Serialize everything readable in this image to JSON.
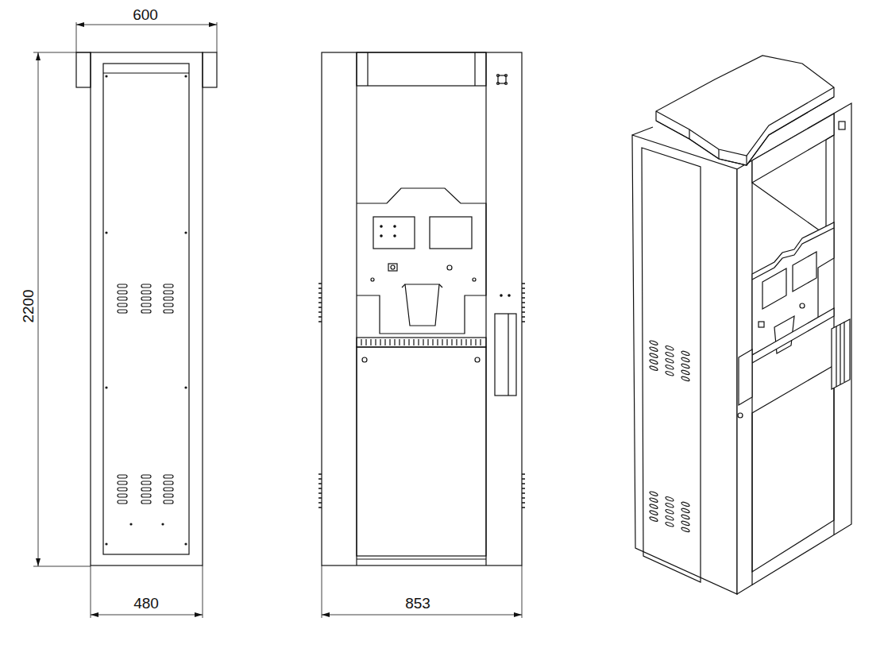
{
  "diagram": {
    "labels": [
      "600",
      "2200",
      "480",
      "853"
    ]
  }
}
